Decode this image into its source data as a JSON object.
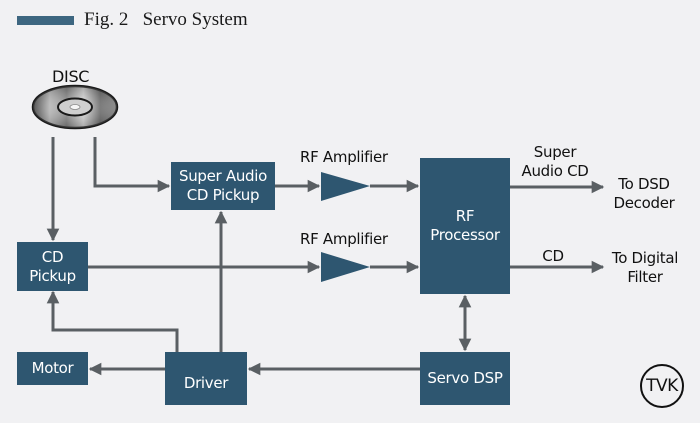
{
  "figure": {
    "title": "Fig. 2   Servo System",
    "colors": {
      "block_fill": "#2e5670",
      "block_text": "#ffffff",
      "connector": "#5a5f63",
      "title_bar": "#3d6680",
      "background": "#f1f1f3"
    }
  },
  "disc": {
    "label": "DISC"
  },
  "blocks": {
    "cd_pickup": {
      "line1": "CD",
      "line2": "Pickup"
    },
    "sacd_pickup": {
      "line1": "Super Audio",
      "line2": "CD Pickup"
    },
    "rf_processor": {
      "line1": "RF",
      "line2": "Processor"
    },
    "servo_dsp": {
      "label": "Servo DSP"
    },
    "driver": {
      "label": "Driver"
    },
    "motor": {
      "label": "Motor"
    }
  },
  "amplifiers": {
    "top_label": "RF Amplifier",
    "bottom_label": "RF Amplifier"
  },
  "outputs": {
    "sacd_signal": {
      "line1": "Super",
      "line2": "Audio CD"
    },
    "sacd_dest": {
      "line1": "To DSD",
      "line2": "Decoder"
    },
    "cd_signal": {
      "label": "CD"
    },
    "cd_dest": {
      "line1": "To Digital",
      "line2": "Filter"
    }
  },
  "watermark": {
    "text": "TVK"
  }
}
